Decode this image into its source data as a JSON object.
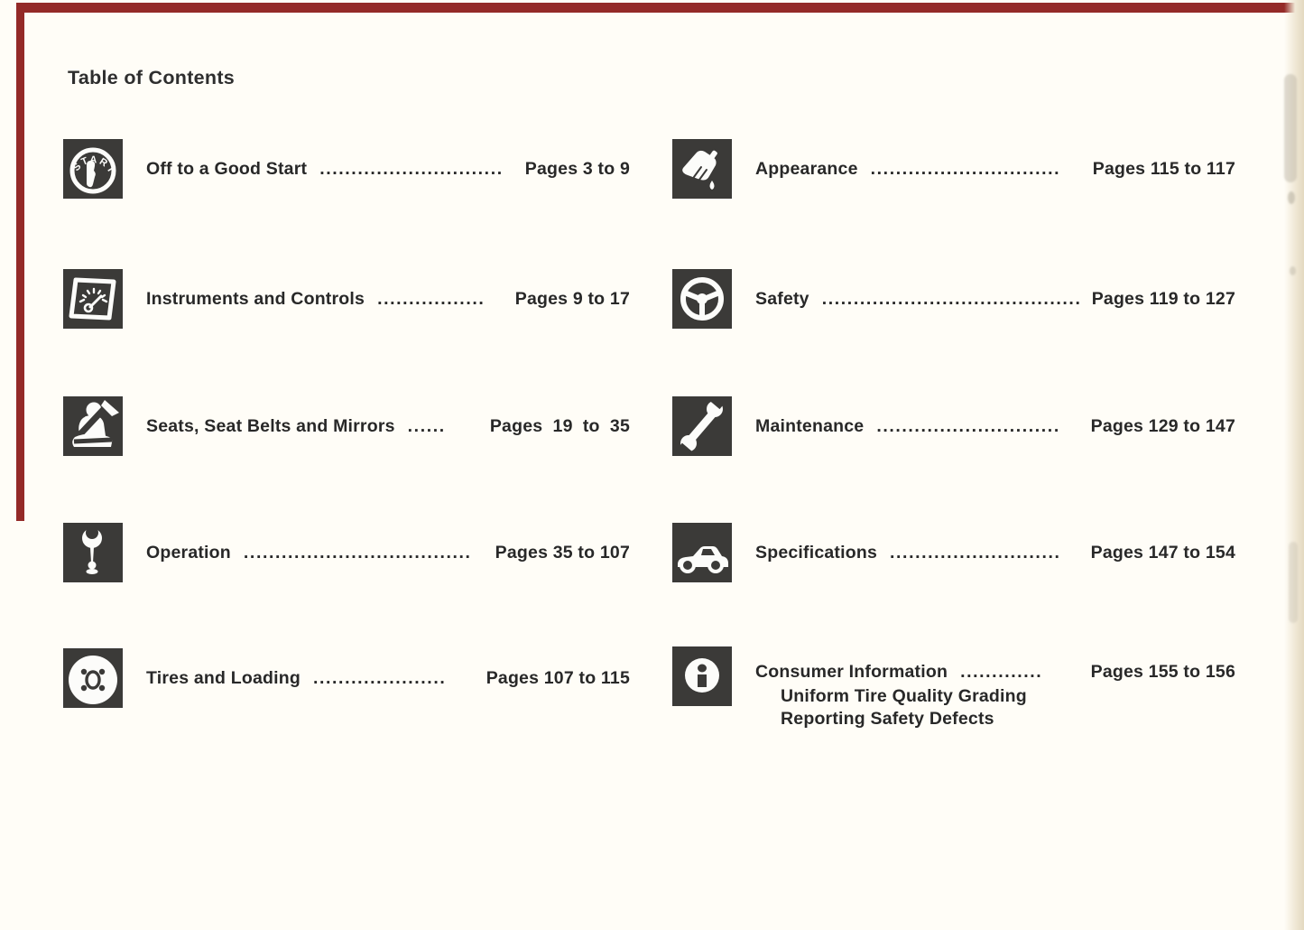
{
  "page": {
    "title": "Table of Contents",
    "bg": "#fffdf7",
    "text_color": "#282828",
    "icon_bg": "#3b3a38",
    "accent_red": "#942a28",
    "edge_cream": "#f0e8d6"
  },
  "toc": {
    "left": [
      {
        "icon": "ignition-start-icon",
        "label": "Off to a Good Start",
        "leader": ".............................",
        "pages": "Pages 3 to 9"
      },
      {
        "icon": "instrument-panel-icon",
        "label": "Instruments and Controls",
        "leader": ".................",
        "pages": "Pages 9 to 17"
      },
      {
        "icon": "seat-belt-icon",
        "label": "Seats, Seat Belts and Mirrors",
        "leader": "......",
        "pages": "Pages  19  to  35"
      },
      {
        "icon": "gearshift-icon",
        "label": "Operation",
        "leader": "....................................",
        "pages": "Pages 35 to 107"
      },
      {
        "icon": "tire-wheel-icon",
        "label": "Tires and Loading",
        "leader": ".....................",
        "pages": "Pages 107 to 115"
      }
    ],
    "right": [
      {
        "icon": "polish-mitt-icon",
        "label": "Appearance",
        "leader": "..............................",
        "pages": "Pages 115 to 117"
      },
      {
        "icon": "steering-wheel-icon",
        "label": "Safety",
        "leader": ".........................................",
        "pages": "Pages 119 to 127"
      },
      {
        "icon": "wrench-icon",
        "label": "Maintenance",
        "leader": ".............................",
        "pages": "Pages 129 to 147"
      },
      {
        "icon": "car-icon",
        "label": "Specifications",
        "leader": "...........................",
        "pages": "Pages 147 to 154"
      },
      {
        "icon": "info-icon",
        "label": "Consumer Information",
        "leader": ".............",
        "pages": "Pages 155 to 156",
        "sublines": [
          "Uniform Tire Quality Grading",
          "Reporting Safety Defects"
        ]
      }
    ]
  }
}
